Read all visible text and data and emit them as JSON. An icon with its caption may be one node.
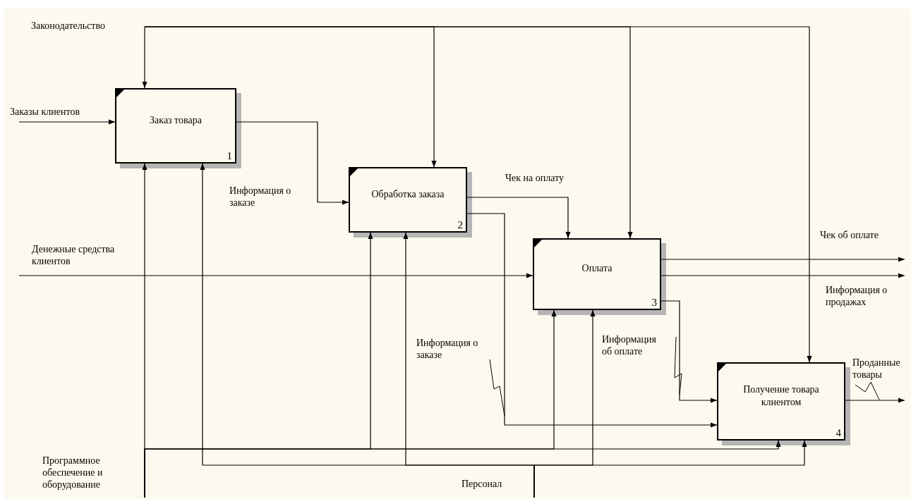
{
  "diagram": {
    "nodes": [
      {
        "text": [
          "Заказ товара",
          "1"
        ]
      },
      {
        "text": [
          "Обработка заказа",
          "2"
        ]
      },
      {
        "text": [
          "Оплата",
          "3"
        ]
      },
      {
        "text": [
          "Получение товара клиентом",
          "4"
        ]
      }
    ],
    "edges": [
      {
        "from": null,
        "to": 0,
        "arrow": "to",
        "label": "Законодательство"
      },
      {
        "from": null,
        "to": 1,
        "arrow": "to"
      },
      {
        "from": null,
        "to": 2,
        "arrow": "to"
      },
      {
        "from": null,
        "to": 3,
        "arrow": "to"
      },
      {
        "from": null,
        "to": 0,
        "arrow": "to",
        "label": "Заказы клиентов"
      },
      {
        "from": 0,
        "to": 1,
        "arrow": "to",
        "label": "Информация о заказе"
      },
      {
        "from": 1,
        "to": 2,
        "arrow": "to",
        "label": "Чек на оплату"
      },
      {
        "from": 1,
        "to": 3,
        "arrow": "to",
        "label": "Информация о заказе"
      },
      {
        "from": null,
        "to": 2,
        "arrow": "to",
        "label": "Денежные средства клиентов"
      },
      {
        "from": 2,
        "to": null,
        "arrow": "to",
        "label": "Чек об оплате"
      },
      {
        "from": 2,
        "to": null,
        "arrow": "to",
        "label": "Информация о продажах"
      },
      {
        "from": 2,
        "to": 3,
        "arrow": "to",
        "label": "Информация об оплате"
      },
      {
        "from": 3,
        "to": null,
        "arrow": "to",
        "label": "Проданные товары"
      },
      {
        "from": null,
        "to": 0,
        "arrow": "to",
        "label": "Программное обеспечение и оборудование"
      },
      {
        "from": null,
        "to": 1,
        "arrow": "to"
      },
      {
        "from": null,
        "to": 2,
        "arrow": "to"
      },
      {
        "from": null,
        "to": 3,
        "arrow": "to"
      },
      {
        "from": null,
        "to": 0,
        "arrow": "to",
        "label": "Персонал"
      },
      {
        "from": null,
        "to": 1,
        "arrow": "to"
      },
      {
        "from": null,
        "to": 2,
        "arrow": "to"
      },
      {
        "from": null,
        "to": 3,
        "arrow": "to"
      }
    ]
  }
}
